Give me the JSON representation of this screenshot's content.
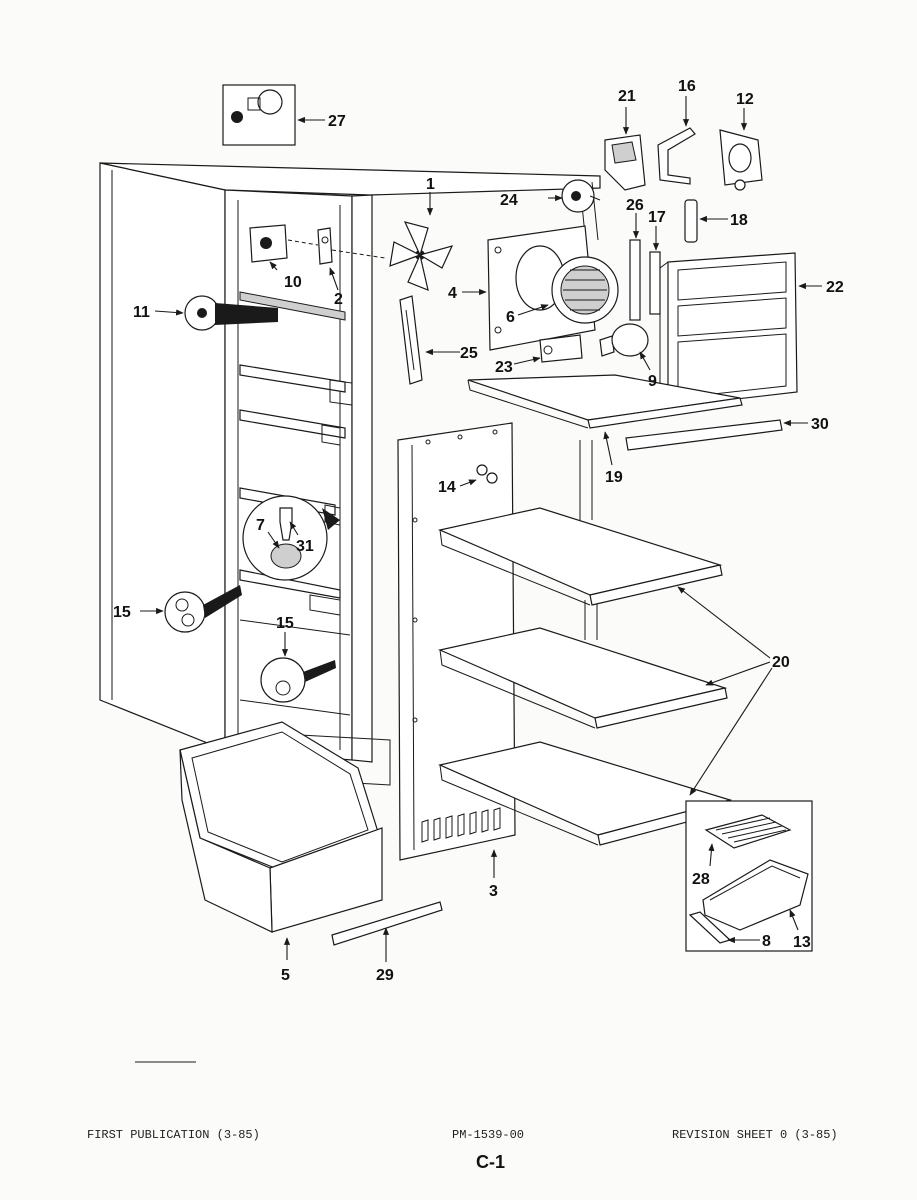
{
  "labels": {
    "l27": "27",
    "l21": "21",
    "l16": "16",
    "l12": "12",
    "l24": "24",
    "l26": "26",
    "l17": "17",
    "l18": "18",
    "l22": "22",
    "l1": "1",
    "l10": "10",
    "l2": "2",
    "l4": "4",
    "l11": "11",
    "l6": "6",
    "l25": "25",
    "l23": "23",
    "l9": "9",
    "l30": "30",
    "l19": "19",
    "l14": "14",
    "l7": "7",
    "l31": "31",
    "l15a": "15",
    "l15b": "15",
    "l20": "20",
    "l3": "3",
    "l28": "28",
    "l8": "8",
    "l13": "13",
    "l5": "5",
    "l29": "29"
  },
  "footer": {
    "left": "FIRST PUBLICATION (3-85)",
    "center": "PM-1539-00",
    "right": "REVISION SHEET 0 (3-85)",
    "page": "C-1"
  }
}
